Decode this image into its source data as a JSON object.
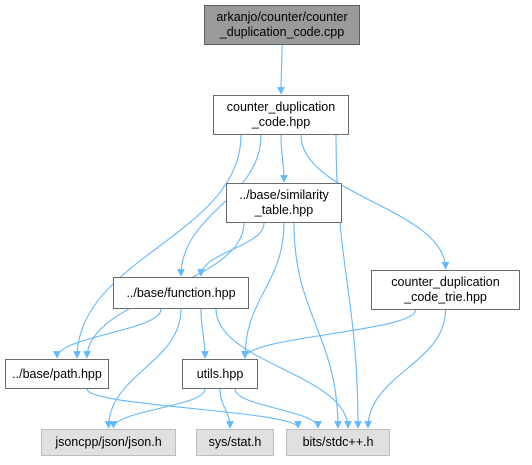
{
  "diagram": {
    "nodes": [
      {
        "id": "root",
        "label": "arkanjo/counter/counter\n_duplication_code.cpp",
        "style": "focus"
      },
      {
        "id": "cdc",
        "label": "counter_duplication\n_code.hpp",
        "style": "normal"
      },
      {
        "id": "sim",
        "label": "../base/similarity\n_table.hpp",
        "style": "normal"
      },
      {
        "id": "trie",
        "label": "counter_duplication\n_code_trie.hpp",
        "style": "normal"
      },
      {
        "id": "func",
        "label": "../base/function.hpp",
        "style": "normal"
      },
      {
        "id": "utils",
        "label": "utils.hpp",
        "style": "normal"
      },
      {
        "id": "path",
        "label": "../base/path.hpp",
        "style": "normal"
      },
      {
        "id": "json",
        "label": "jsoncpp/json/json.h",
        "style": "external"
      },
      {
        "id": "stat",
        "label": "sys/stat.h",
        "style": "external"
      },
      {
        "id": "stdc",
        "label": "bits/stdc++.h",
        "style": "external"
      }
    ],
    "edges": [
      {
        "from": "root",
        "to": "cdc"
      },
      {
        "from": "cdc",
        "to": "sim"
      },
      {
        "from": "cdc",
        "to": "trie"
      },
      {
        "from": "cdc",
        "to": "func"
      },
      {
        "from": "cdc",
        "to": "path"
      },
      {
        "from": "cdc",
        "to": "stdc"
      },
      {
        "from": "sim",
        "to": "func"
      },
      {
        "from": "sim",
        "to": "path"
      },
      {
        "from": "sim",
        "to": "utils"
      },
      {
        "from": "sim",
        "to": "stdc"
      },
      {
        "from": "trie",
        "to": "utils"
      },
      {
        "from": "trie",
        "to": "stdc"
      },
      {
        "from": "func",
        "to": "path"
      },
      {
        "from": "func",
        "to": "utils"
      },
      {
        "from": "func",
        "to": "json"
      },
      {
        "from": "func",
        "to": "stdc"
      },
      {
        "from": "utils",
        "to": "json"
      },
      {
        "from": "utils",
        "to": "stat"
      },
      {
        "from": "utils",
        "to": "stdc"
      },
      {
        "from": "path",
        "to": "stdc"
      }
    ],
    "edge_color": "#63b8ff"
  }
}
